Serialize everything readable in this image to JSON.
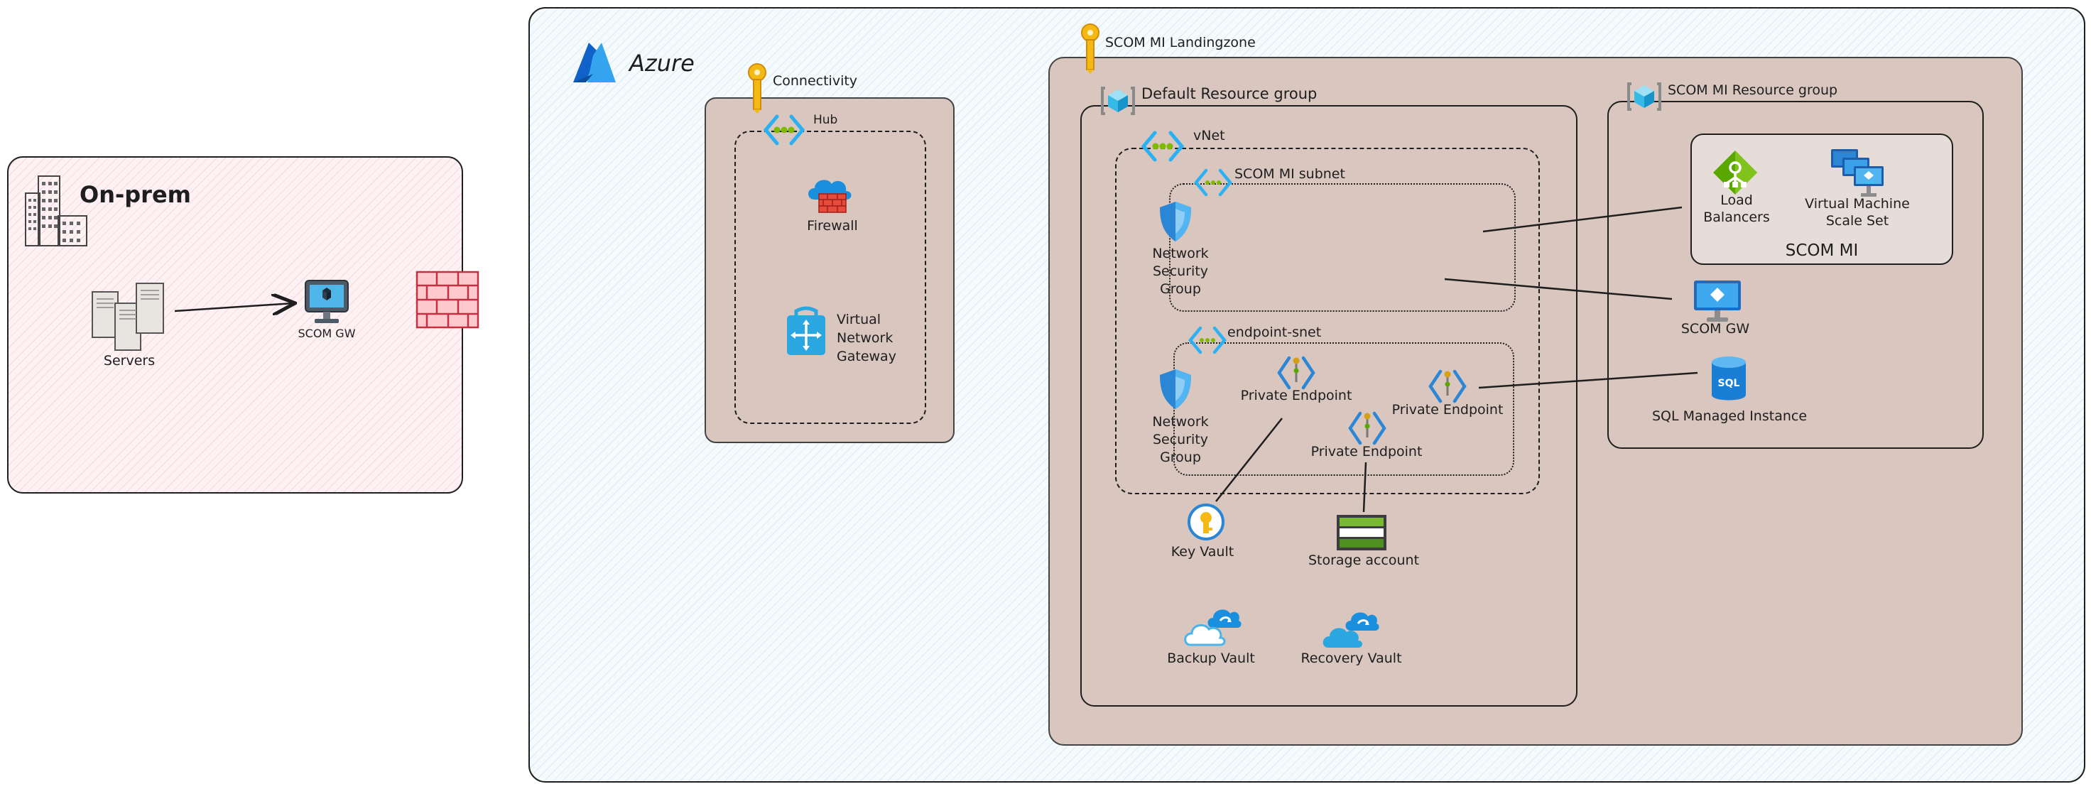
{
  "onprem": {
    "title": "On-prem",
    "servers_label": "Servers",
    "gw_label": "SCOM GW"
  },
  "azure": {
    "title": "Azure"
  },
  "connectivity": {
    "title": "Connectivity",
    "hub_label": "Hub",
    "firewall_label": "Firewall",
    "vng_label": "Virtual\nNetwork\nGateway"
  },
  "landingzone": {
    "title": "SCOM MI Landingzone",
    "default_rg": {
      "title": "Default Resource group",
      "vnet_label": "vNet",
      "subnet_label": "SCOM MI subnet",
      "nsg1_label": "Network\nSecurity\nGroup",
      "endpoint_snet_label": "endpoint-snet",
      "nsg2_label": "Network\nSecurity\nGroup",
      "pe1_label": "Private Endpoint",
      "pe2_label": "Private Endpoint",
      "pe3_label": "Private Endpoint",
      "keyvault_label": "Key Vault",
      "storage_label": "Storage account",
      "backup_label": "Backup Vault",
      "recovery_label": "Recovery Vault"
    },
    "scom_rg": {
      "title": "SCOM MI Resource group",
      "lb_label": "Load\nBalancers",
      "vmss_label": "Virtual Machine\nScale Set",
      "scom_mi_label": "SCOM MI",
      "gw_label": "SCOM GW",
      "sql_label": "SQL Managed Instance"
    }
  },
  "colors": {
    "onprem_fill": "#fdf1f3",
    "azure_fill": "#f5fafd",
    "group_fill": "#d9c7c0",
    "azure_blue": "#0078d4",
    "key_gold": "#f5b915"
  }
}
